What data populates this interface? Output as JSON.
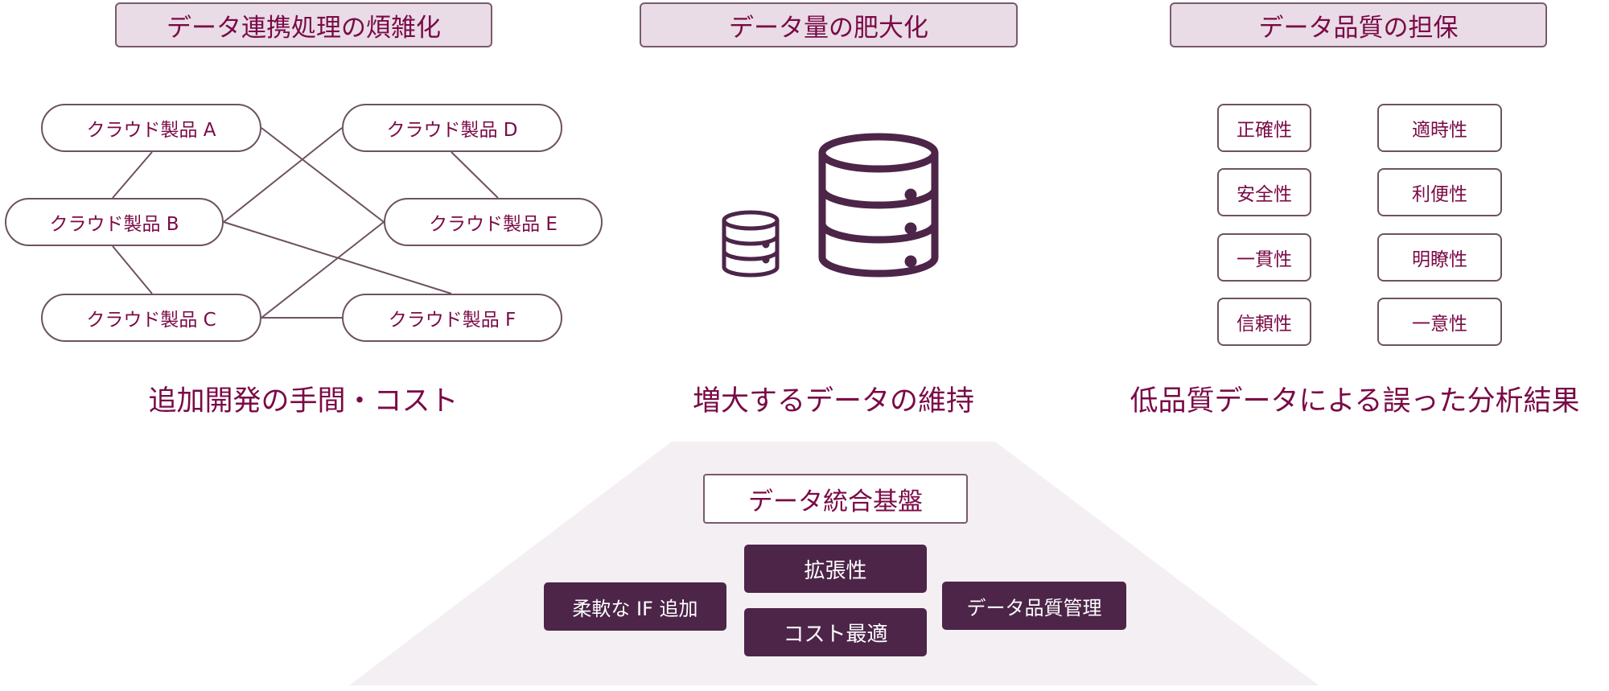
{
  "headers": [
    "データ連携処理の煩雑化",
    "データ量の肥大化",
    "データ品質の担保"
  ],
  "nodes": {
    "a": "クラウド製品 A",
    "b": "クラウド製品 B",
    "c": "クラウド製品 C",
    "d": "クラウド製品 D",
    "e": "クラウド製品 E",
    "f": "クラウド製品 F"
  },
  "subtitles": [
    "追加開発の手間・コスト",
    "増大するデータの維持",
    "低品質データによる誤った分析結果"
  ],
  "quality": [
    "正確性",
    "適時性",
    "安全性",
    "利便性",
    "一貫性",
    "明瞭性",
    "信頼性",
    "一意性"
  ],
  "platform": {
    "title": "データ統合基盤",
    "scalability": "拡張性",
    "cost": "コスト最適",
    "flexible_if": "柔軟な IF 追加",
    "quality_mgmt": "データ品質管理"
  },
  "colors": {
    "text": "#7a0a46",
    "dark": "#4c2549",
    "header_fill": "#e9dce7"
  }
}
